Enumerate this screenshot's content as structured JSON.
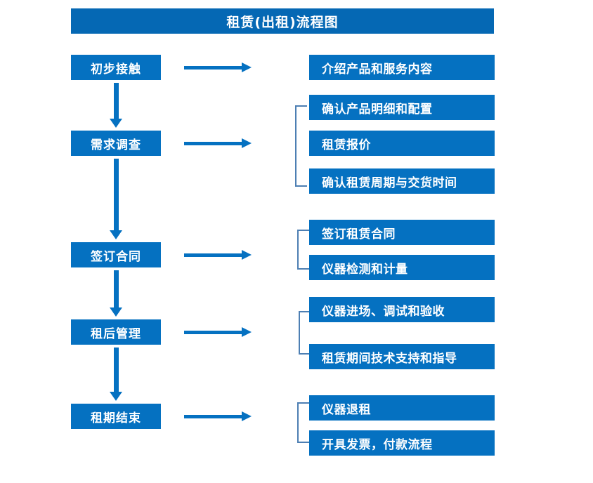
{
  "diagram": {
    "title": "租赁(出租)流程图",
    "colors": {
      "title_bar": "#0568b4",
      "box_fill": "#0571c1",
      "box_text": "#ffffff",
      "arrow": "#0571c1",
      "bracket": "#4d7fb3",
      "background": "#ffffff"
    },
    "stages": [
      {
        "label": "初步接触"
      },
      {
        "label": "需求调查"
      },
      {
        "label": "签订合同"
      },
      {
        "label": "租后管理"
      },
      {
        "label": "租期结束"
      }
    ],
    "details": [
      {
        "label": "介绍产品和服务内容"
      },
      {
        "label": "确认产品明细和配置"
      },
      {
        "label": "租赁报价"
      },
      {
        "label": "确认租赁周期与交货时间"
      },
      {
        "label": "签订租赁合同"
      },
      {
        "label": "仪器检测和计量"
      },
      {
        "label": "仪器进场、调试和验收"
      },
      {
        "label": "租赁期间技术支持和指导"
      },
      {
        "label": "仪器退租"
      },
      {
        "label": "开具发票，付款流程"
      }
    ],
    "connectors": {
      "horizontal_arrow_count": 5,
      "vertical_arrow_count": 4,
      "bracket_count": 4
    }
  }
}
